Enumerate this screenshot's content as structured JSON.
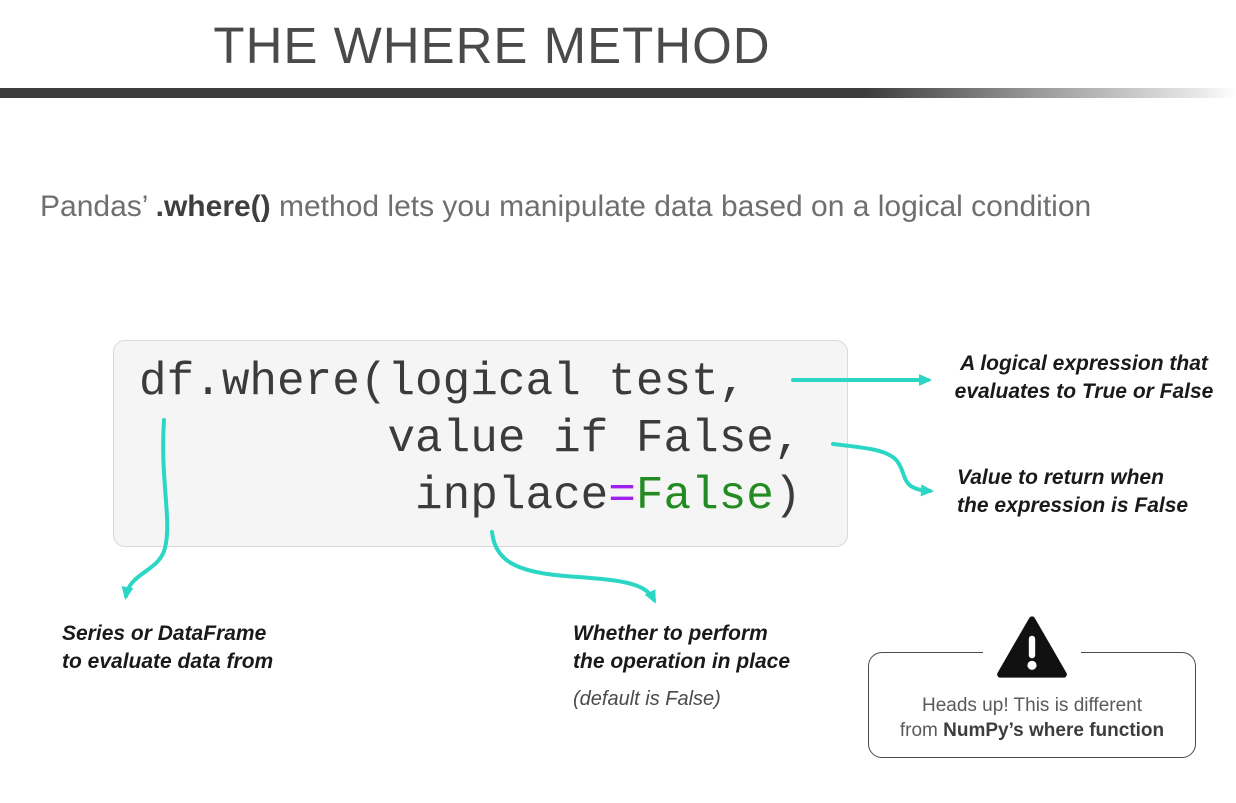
{
  "header": {
    "title": "THE WHERE METHOD"
  },
  "subtitle": {
    "prefix": "Pandas’ ",
    "method": ".where()",
    "suffix": " method lets you manipulate data based on a logical condition"
  },
  "code": {
    "line1": "df.where(logical test,",
    "line2_indent": "         ",
    "line2": "value if False,",
    "line3_indent": "          ",
    "line3_name": "inplace",
    "line3_eq": "=",
    "line3_value": "False",
    "line3_close": ")"
  },
  "annotations": {
    "logical": {
      "line1": "A logical expression that",
      "line2": "evaluates to True or False"
    },
    "value": {
      "line1": "Value to return when",
      "line2": "the expression is False"
    },
    "series": {
      "line1": "Series or DataFrame",
      "line2": "to evaluate data from"
    },
    "inplace": {
      "line1": "Whether to perform",
      "line2": "the operation in place",
      "note": "(default is False)"
    }
  },
  "warning": {
    "line1": "Heads up! This is different",
    "line2_prefix": "from ",
    "line2_bold": "NumPy’s where function"
  },
  "icons": {
    "warning_triangle": "warning-triangle-icon"
  },
  "colors": {
    "teal": "#2bd6c5",
    "purple": "#a020f0",
    "green": "#228b22",
    "bar": "#3d3d3d"
  }
}
